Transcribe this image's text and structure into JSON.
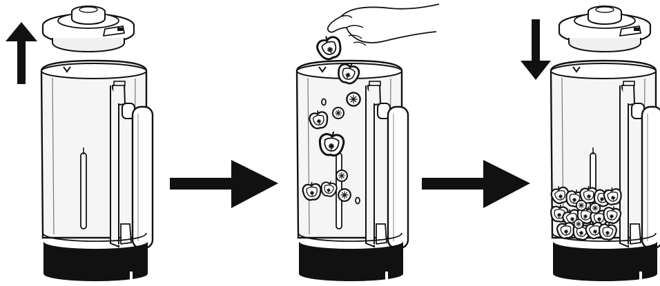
{
  "steps": [
    {
      "id": "remove-lid",
      "lid": "raised",
      "arrow": "up",
      "contents": "empty"
    },
    {
      "id": "add-fruit",
      "lid": "none",
      "arrow": "none",
      "contents": "falling-pieces",
      "hand": "dropping-piece"
    },
    {
      "id": "replace-lid",
      "lid": "raised",
      "arrow": "down",
      "contents": "pile-at-bottom"
    }
  ],
  "transitions": [
    {
      "from": "remove-lid",
      "to": "add-fruit",
      "icon": "right-arrow-icon"
    },
    {
      "from": "add-fruit",
      "to": "replace-lid",
      "icon": "right-arrow-icon"
    }
  ],
  "colors": {
    "outline": "#111111",
    "jug_fill": "#f4f4f4",
    "base": "#111111",
    "arrow": "#111111",
    "background": "#ffffff"
  }
}
